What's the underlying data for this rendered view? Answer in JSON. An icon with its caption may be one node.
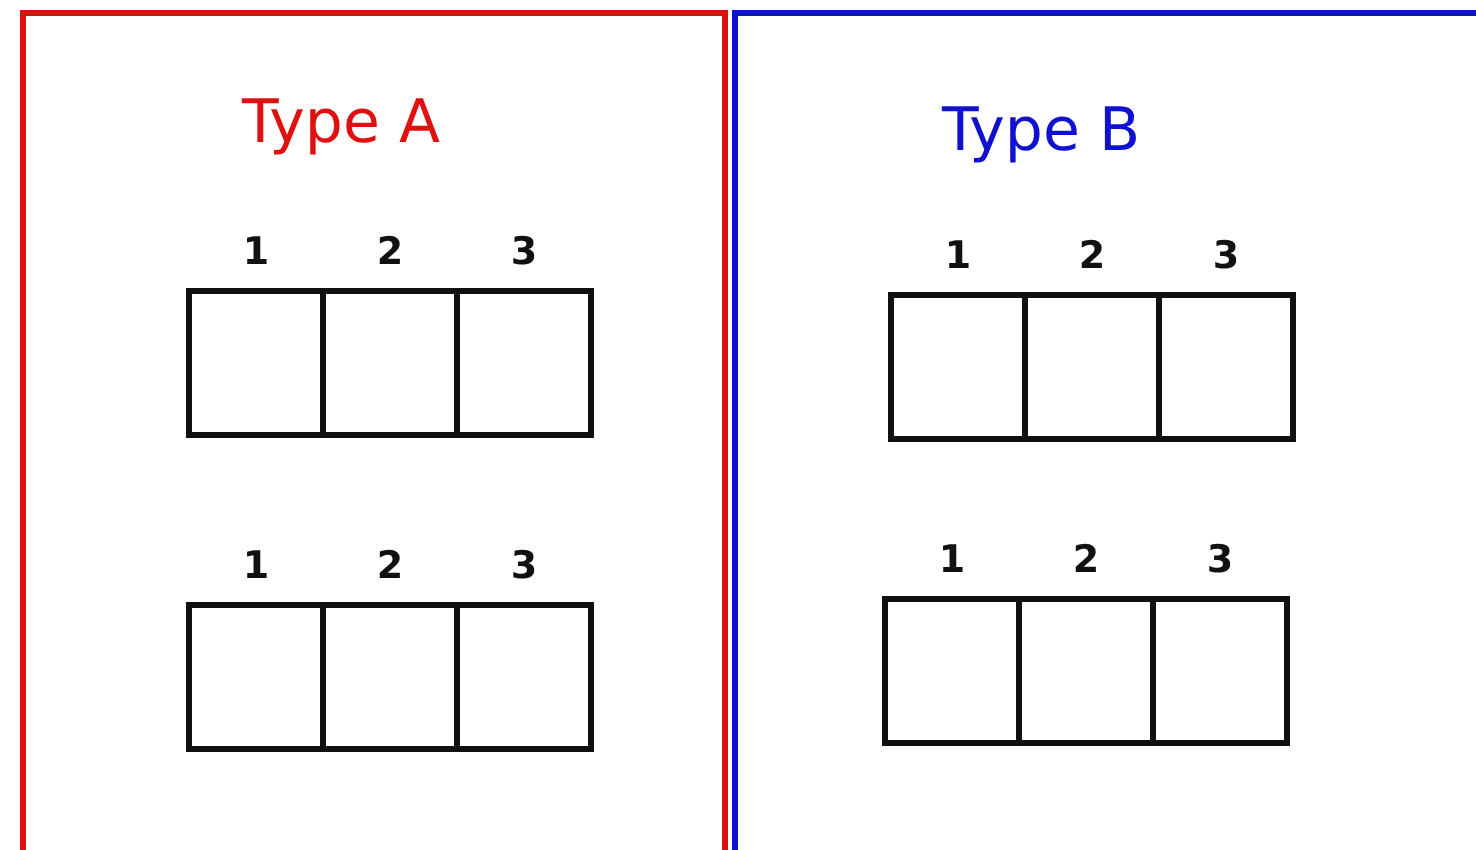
{
  "diagram": {
    "nodes": [
      {
        "text": [
          "Type A"
        ]
      },
      {
        "text": [
          "1"
        ],
        "in": 0
      },
      {
        "text": [
          "2"
        ],
        "in": 0
      },
      {
        "text": [
          "3"
        ],
        "in": 0
      },
      {
        "text": [
          "1"
        ],
        "in": 0
      },
      {
        "text": [
          "2"
        ],
        "in": 0
      },
      {
        "text": [
          "3"
        ],
        "in": 0
      },
      {
        "text": [
          "Type B"
        ]
      },
      {
        "text": [
          "1"
        ],
        "in": 7
      },
      {
        "text": [
          "2"
        ],
        "in": 7
      },
      {
        "text": [
          "3"
        ],
        "in": 7
      },
      {
        "text": [
          "1"
        ],
        "in": 7
      },
      {
        "text": [
          "2"
        ],
        "in": 7
      },
      {
        "text": [
          "3"
        ],
        "in": 7
      }
    ]
  }
}
